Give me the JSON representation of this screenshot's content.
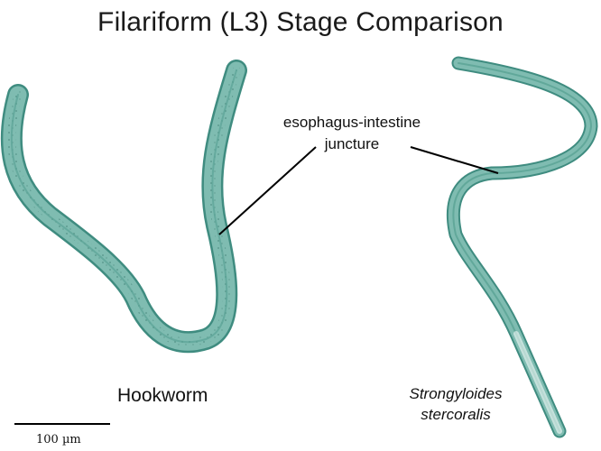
{
  "title": "Filariform (L3) Stage Comparison",
  "annotation": {
    "line1": "esophagus-intestine",
    "line2": "juncture"
  },
  "specimens": {
    "hookworm": "Hookworm",
    "strongyloides_line1": "Strongyloides",
    "strongyloides_line2": "stercoralis"
  },
  "scale_bar": {
    "label": "100 µm"
  },
  "colors": {
    "worm_body": "#7fbcb1",
    "worm_edge": "#3f8c80",
    "worm_core": "#5aa295"
  }
}
